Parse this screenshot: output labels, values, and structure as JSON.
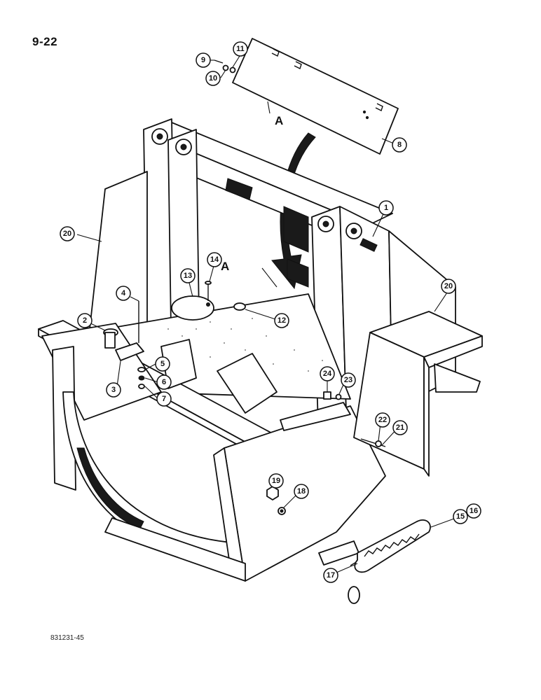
{
  "page": {
    "number": "9-22",
    "drawing_code": "831231-45"
  },
  "view_markers": {
    "upper": "A",
    "lower": "A"
  },
  "callouts": [
    "1",
    "2",
    "3",
    "4",
    "5",
    "6",
    "7",
    "8",
    "9",
    "10",
    "11",
    "12",
    "13",
    "14",
    "15",
    "16",
    "17",
    "18",
    "19",
    "20",
    "20",
    "21",
    "22",
    "23",
    "24"
  ],
  "colors": {
    "ink": "#111111",
    "paper": "#ffffff"
  }
}
